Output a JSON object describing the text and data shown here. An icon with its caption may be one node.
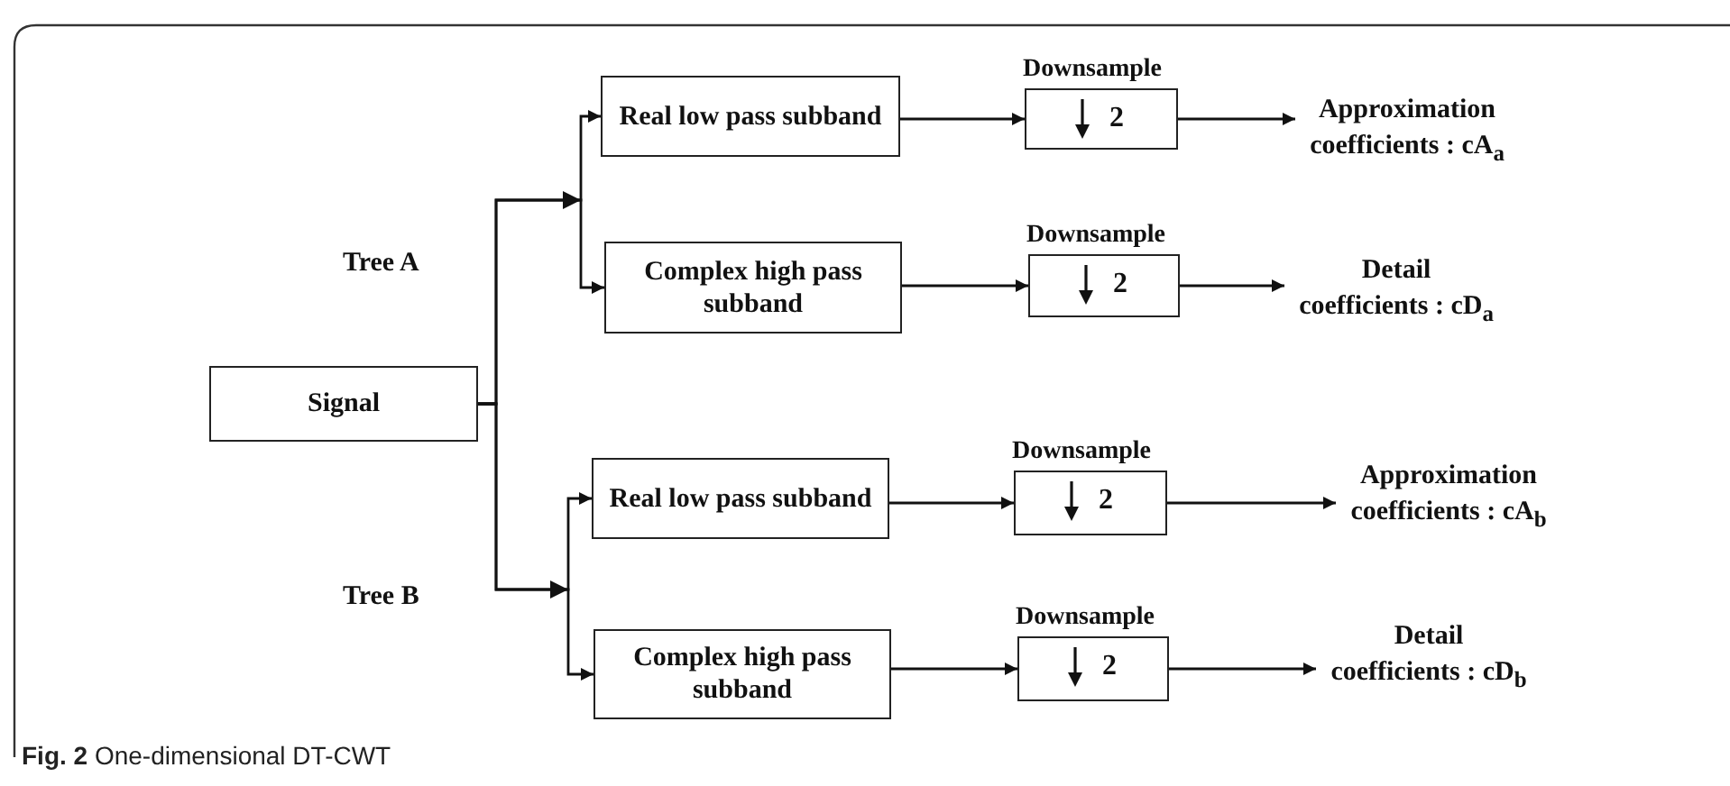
{
  "diagram": {
    "caption": "**Fig. 2** One-dimensional DT-CWT",
    "nodes": [
      {
        "text": [
          "Signal"
        ]
      },
      {
        "text": [
          "Real low pass subband"
        ]
      },
      {
        "text": [
          "Downsample",
          "2"
        ]
      },
      {
        "text": [
          "Approximation coefficients : cA$_{a}$"
        ]
      },
      {
        "text": [
          "Complex high pass subband"
        ]
      },
      {
        "text": [
          "Downsample",
          "2"
        ]
      },
      {
        "text": [
          "Detail coefficients : cD$_{a}$"
        ]
      },
      {
        "text": [
          "Real low pass subband"
        ]
      },
      {
        "text": [
          "Downsample",
          "2"
        ]
      },
      {
        "text": [
          "Approximation coefficients : cA$_{b}$"
        ]
      },
      {
        "text": [
          "Complex high pass subband"
        ]
      },
      {
        "text": [
          "Downsample",
          "2"
        ]
      },
      {
        "text": [
          "Detail coefficients : cD$_{b}$"
        ]
      }
    ],
    "edges": [
      {
        "from": 0,
        "to": 1,
        "arrow": "to"
      },
      {
        "from": 0,
        "to": 4,
        "arrow": "to"
      },
      {
        "from": 0,
        "to": 7,
        "arrow": "to"
      },
      {
        "from": 0,
        "to": 10,
        "arrow": "to"
      },
      {
        "from": 1,
        "to": 2,
        "arrow": "to"
      },
      {
        "from": 2,
        "to": 3,
        "arrow": "to"
      },
      {
        "from": 4,
        "to": 5,
        "arrow": "to"
      },
      {
        "from": 5,
        "to": 6,
        "arrow": "to"
      },
      {
        "from": 7,
        "to": 8,
        "arrow": "to"
      },
      {
        "from": 8,
        "to": 9,
        "arrow": "to"
      },
      {
        "from": 10,
        "to": 11,
        "arrow": "to"
      },
      {
        "from": 11,
        "to": 12,
        "arrow": "to"
      }
    ],
    "labels": [
      "Tree A",
      "Tree B"
    ]
  }
}
